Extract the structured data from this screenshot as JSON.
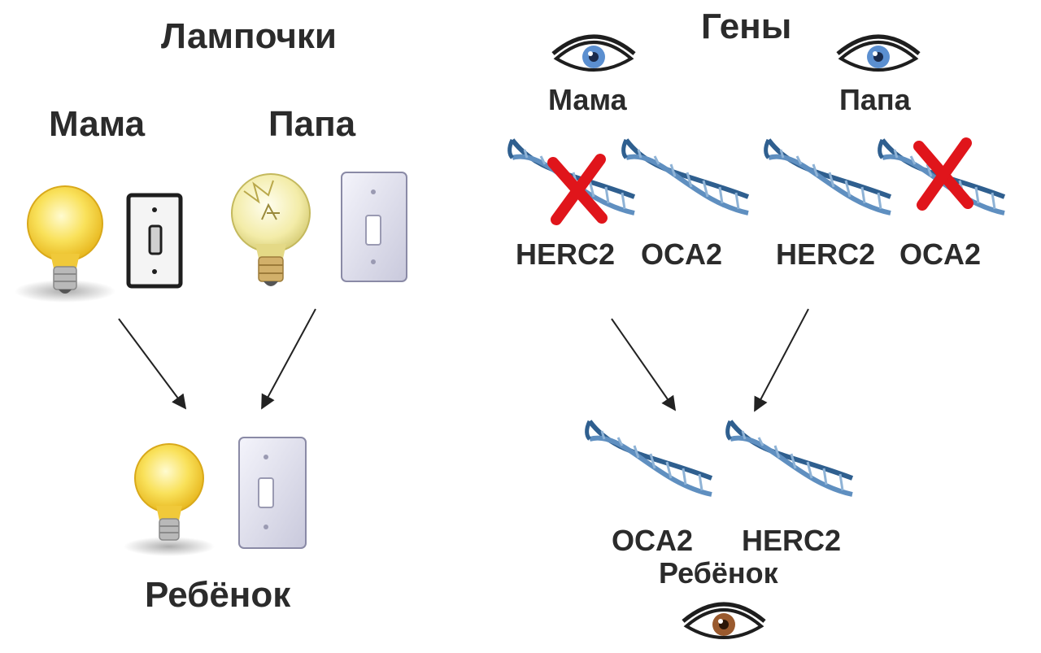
{
  "left_panel": {
    "title": "Лампочки",
    "mother_label": "Мама",
    "father_label": "Папа",
    "child_label": "Ребёнок"
  },
  "right_panel": {
    "title": "Гены",
    "mother_label": "Мама",
    "father_label": "Папа",
    "child_label": "Ребёнок",
    "mother_genes": [
      "HERC2",
      "OCA2"
    ],
    "father_genes": [
      "HERC2",
      "OCA2"
    ],
    "child_genes": [
      "OCA2",
      "HERC2"
    ]
  },
  "colors": {
    "bulb_yellow": "#f7d63a",
    "eye_blue": "#5b8fd0",
    "eye_brown": "#9a5a2e",
    "cross_red": "#e0151b",
    "dna_blue": "#3f6f9c"
  }
}
